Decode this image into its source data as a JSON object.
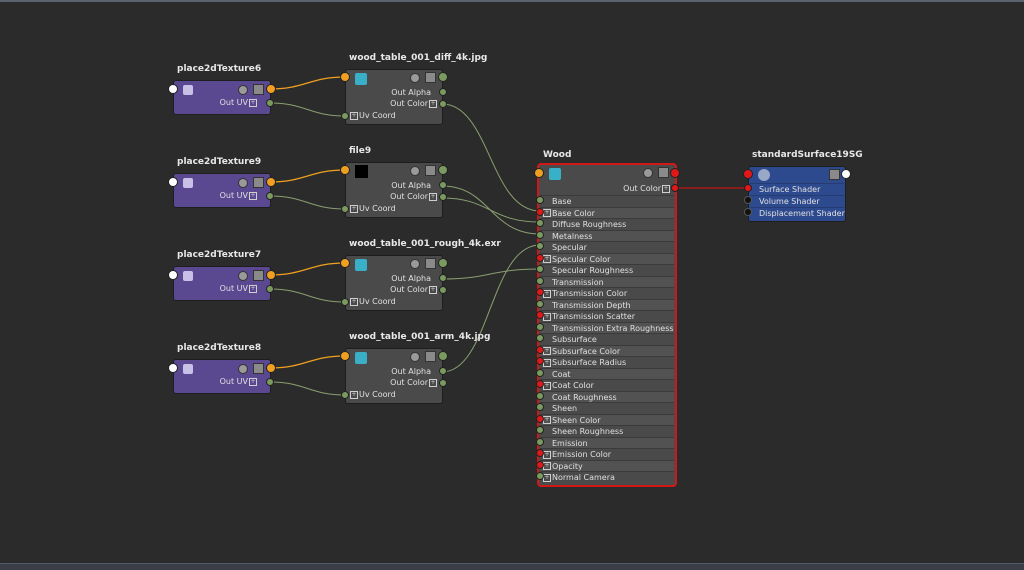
{
  "nodes": {
    "p6": {
      "title": "place2dTexture6",
      "out_uv": "Out UV"
    },
    "p9": {
      "title": "place2dTexture9",
      "out_uv": "Out UV"
    },
    "p7": {
      "title": "place2dTexture7",
      "out_uv": "Out UV"
    },
    "p8": {
      "title": "place2dTexture8",
      "out_uv": "Out UV"
    },
    "f1": {
      "title": "wood_table_001_diff_4k.jpg",
      "out_alpha": "Out Alpha",
      "out_color": "Out Color",
      "uv": "Uv Coord"
    },
    "f2": {
      "title": "file9",
      "out_alpha": "Out Alpha",
      "out_color": "Out Color",
      "uv": "Uv Coord"
    },
    "f3": {
      "title": "wood_table_001_rough_4k.exr",
      "out_alpha": "Out Alpha",
      "out_color": "Out Color",
      "uv": "Uv Coord"
    },
    "f4": {
      "title": "wood_table_001_arm_4k.jpg",
      "out_alpha": "Out Alpha",
      "out_color": "Out Color",
      "uv": "Uv Coord"
    },
    "wood": {
      "title": "Wood",
      "out_color": "Out Color",
      "attrs": [
        {
          "label": "Base",
          "port": "green",
          "plus": false
        },
        {
          "label": "Base Color",
          "port": "red",
          "plus": true
        },
        {
          "label": "Diffuse Roughness",
          "port": "green",
          "plus": false
        },
        {
          "label": "Metalness",
          "port": "green",
          "plus": false
        },
        {
          "label": "Specular",
          "port": "green",
          "plus": false
        },
        {
          "label": "Specular Color",
          "port": "red",
          "plus": true
        },
        {
          "label": "Specular Roughness",
          "port": "green",
          "plus": false
        },
        {
          "label": "Transmission",
          "port": "green",
          "plus": false
        },
        {
          "label": "Transmission Color",
          "port": "red",
          "plus": true
        },
        {
          "label": "Transmission Depth",
          "port": "green",
          "plus": false
        },
        {
          "label": "Transmission Scatter",
          "port": "red",
          "plus": true
        },
        {
          "label": "Transmission Extra Roughness",
          "port": "green",
          "plus": false
        },
        {
          "label": "Subsurface",
          "port": "green",
          "plus": false
        },
        {
          "label": "Subsurface Color",
          "port": "red",
          "plus": true
        },
        {
          "label": "Subsurface Radius",
          "port": "red",
          "plus": true
        },
        {
          "label": "Coat",
          "port": "green",
          "plus": false
        },
        {
          "label": "Coat Color",
          "port": "red",
          "plus": true
        },
        {
          "label": "Coat Roughness",
          "port": "green",
          "plus": false
        },
        {
          "label": "Sheen",
          "port": "green",
          "plus": false
        },
        {
          "label": "Sheen Color",
          "port": "red",
          "plus": true
        },
        {
          "label": "Sheen Roughness",
          "port": "green",
          "plus": false
        },
        {
          "label": "Emission",
          "port": "green",
          "plus": false
        },
        {
          "label": "Emission Color",
          "port": "red",
          "plus": true
        },
        {
          "label": "Opacity",
          "port": "red",
          "plus": true
        },
        {
          "label": "Normal Camera",
          "port": "green",
          "plus": true
        }
      ]
    },
    "sg": {
      "title": "standardSurface19SG",
      "attrs": [
        {
          "label": "Surface Shader",
          "port": "red"
        },
        {
          "label": "Volume Shader",
          "port": "black"
        },
        {
          "label": "Displacement Shader",
          "port": "black"
        }
      ]
    }
  },
  "colors": {
    "background": "#2b2b2b",
    "place2d_node": "#5a4890",
    "file_node": "#4a4a4a",
    "selected_border": "#d01818",
    "shading_group": "#2e4a8e",
    "wire_uv": "#f0a020",
    "wire_data": "#8aa070",
    "wire_shader": "#c01818"
  },
  "icons": {
    "place2d": "place2d-texture-icon",
    "file": "file-texture-icon",
    "shader": "standard-surface-icon",
    "sg": "shading-group-icon"
  }
}
